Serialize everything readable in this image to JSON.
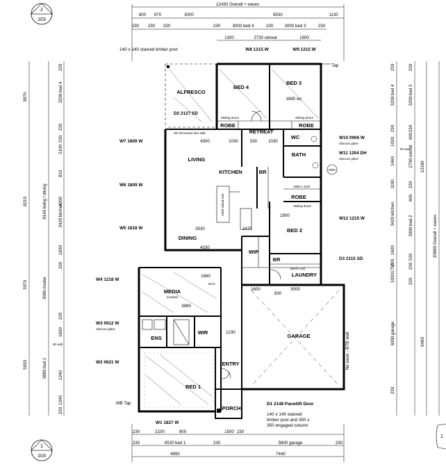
{
  "rooms": {
    "alfresco": "ALFRESCO",
    "bed4": "BED 4",
    "bed3": "BED 3",
    "retreat": "RETREAT",
    "wc": "WC",
    "bath": "BATH",
    "living": "LIVING",
    "kitchen": "KITCHEN",
    "dining": "DINING",
    "wip": "WIP",
    "bed2": "BED 2",
    "laundry": "LAUNDRY",
    "media": "MEDIA",
    "media_sub": "(Carpet)",
    "ens": "ENS",
    "wir": "WIR",
    "garage": "GARAGE",
    "bed1": "BED 1",
    "entry": "ENTRY",
    "porch": "PORCH",
    "robe1": "ROBE",
    "robe2": "ROBE",
    "robe3": "ROBE",
    "br1": "BR",
    "br2": "BR"
  },
  "top_dims": {
    "overall": "12430 Overall + eaves",
    "r1": [
      "800",
      "970",
      "3000",
      "6530",
      "1130"
    ],
    "r2": [
      "230",
      "230",
      "230",
      "230",
      "3000 bed 4",
      "230",
      "3000 bed 3",
      "230"
    ],
    "r3": [
      "1300",
      "2730 retreat",
      "1900"
    ]
  },
  "bottom_dims": {
    "r1": [
      "230",
      "2100",
      "900",
      "1500",
      "230"
    ],
    "r2": [
      "230",
      "4530 bed 1",
      "230",
      "5800 garage",
      "230"
    ],
    "r3": [
      "4990",
      "7440"
    ]
  },
  "left_dims": {
    "outer": [
      "3870",
      "8210",
      "3070",
      "5830"
    ],
    "mid": [
      "8140 living / dining",
      "3000 media",
      "3880 bed 1"
    ],
    "inner": [
      "230",
      "3200 bed 4",
      "230",
      "530",
      "2100",
      "810",
      "4300",
      "3420 kitchen",
      "1600",
      "230",
      "230",
      "1600",
      "1240",
      "1340",
      "230"
    ],
    "wall90": "90 wall"
  },
  "right_dims": {
    "a": [
      "230",
      "3200 bed 4",
      "230",
      "1030",
      "1460",
      "1100",
      "3420 kitchen",
      "1600",
      "230",
      "1750",
      "1030",
      "6000 garage",
      "230"
    ],
    "b": [
      "230",
      "3200 bed 3",
      "230",
      "600",
      "2700 retreat",
      "230",
      "600",
      "3000 bed 2",
      "530",
      "230",
      "230"
    ],
    "c": [
      "13180",
      "6460"
    ],
    "overall": "20980 Overall + eaves",
    "wall90": "90 wall"
  },
  "windows": {
    "w8": "W8 1215 W",
    "w9": "W9 1215 W",
    "w7": "W7 1809 W",
    "w6": "W6 1809 W",
    "w5": "W5 1818 W",
    "w4": "W4 1218 W",
    "w3": "W3 0912 W",
    "w3_note": "obscure glass",
    "w2": "W2 0621 W",
    "w1": "W1 1827 W",
    "w10": "W10 0906 W",
    "w10_note": "obscure glass",
    "w11": "W11 1204 DH",
    "w11_note": "obscure glass",
    "w12": "W12 1215 W"
  },
  "doors": {
    "d1": "D1 2148 Panellift Door",
    "d2": "D2 2127 SD",
    "d3": "D3 2115 SD"
  },
  "notes": {
    "post": "140 x 140 stained timber post",
    "post2": "140 x 140 stained timber post and 350 x 350 engaged column",
    "tap": "Tap",
    "mbtap": "MB Tap",
    "noeave": "No eave - BTB wall",
    "sd_slab": "SD Recessed into slab",
    "sliding": "Sliding doors",
    "bench": "Bench unit",
    "wc1880": "1880 wc",
    "hwc": "HWC",
    "island": "2300 Island unit",
    "dcs": "DCS"
  },
  "room_dims": {
    "living_w": "4300",
    "d1030": "1030",
    "d530": "530",
    "d1030b": "1030",
    "d3530": "3530",
    "d2470": "2470",
    "d4330": "4330",
    "d1900": "1900",
    "d1660": "1660",
    "d3980": "3980",
    "d930": "930",
    "d1600": "1600",
    "d3000": "3000",
    "d1230": "1230",
    "d1880": "1880 x 1100"
  },
  "sheets": {
    "top_num": "2",
    "top_ref": "103",
    "bot_num": "1",
    "bot_ref": "103",
    "edge": "1"
  }
}
